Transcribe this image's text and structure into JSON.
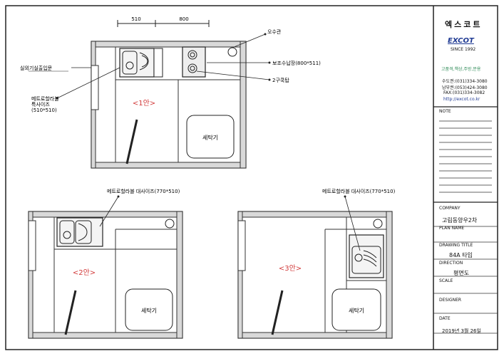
{
  "dimensions": {
    "d1": "510",
    "d2": "800"
  },
  "plan1": {
    "title": "<1안>",
    "labels": {
      "door": "실외기실출입문",
      "sink": "메트로할라블",
      "sink2": "특사이즈",
      "sink3": "(510*510)",
      "drain": "오수관",
      "storage": "보조수납장(800*511)",
      "cooktop": "2구쿡탑",
      "washer": "세탁기"
    }
  },
  "plan2": {
    "title": "<2안>",
    "label": "메트로할라블 대사이즈(770*510)",
    "washer": "세탁기"
  },
  "plan3": {
    "title": "<3안>",
    "label": "메트로할라블 대사이즈(770*510)",
    "washer": "세탁기"
  },
  "titleblock": {
    "brand_kr": "엑스코트",
    "brand_en": "EXCOT",
    "since": "SINCE 1992",
    "slogan": "고품격,책상,주방,문용",
    "phone1": "수도권:(031)334-3080",
    "phone2": "남부권:(053)424-3080",
    "fax": "FAX:(031)334-3082",
    "url": "http://excot.co.kr",
    "note": "NOTE",
    "company_label": "COMPANY",
    "company_value": "고림동양우2차",
    "plan_name_label": "PLAN NAME",
    "drawing_title_label": "DRAWING TITLE",
    "drawing_title_value": "84A 타입",
    "direction_label": "DIRECTION",
    "direction_value": "평면도",
    "scale_label": "SCALE",
    "designer_label": "DESIGNER",
    "date_label": "DATE",
    "date_value": "2019년 3월 26일"
  },
  "colors": {
    "accent_red": "#d23a3a",
    "brand_blue": "#1f3a93",
    "slogan_green": "#2e8b57"
  }
}
